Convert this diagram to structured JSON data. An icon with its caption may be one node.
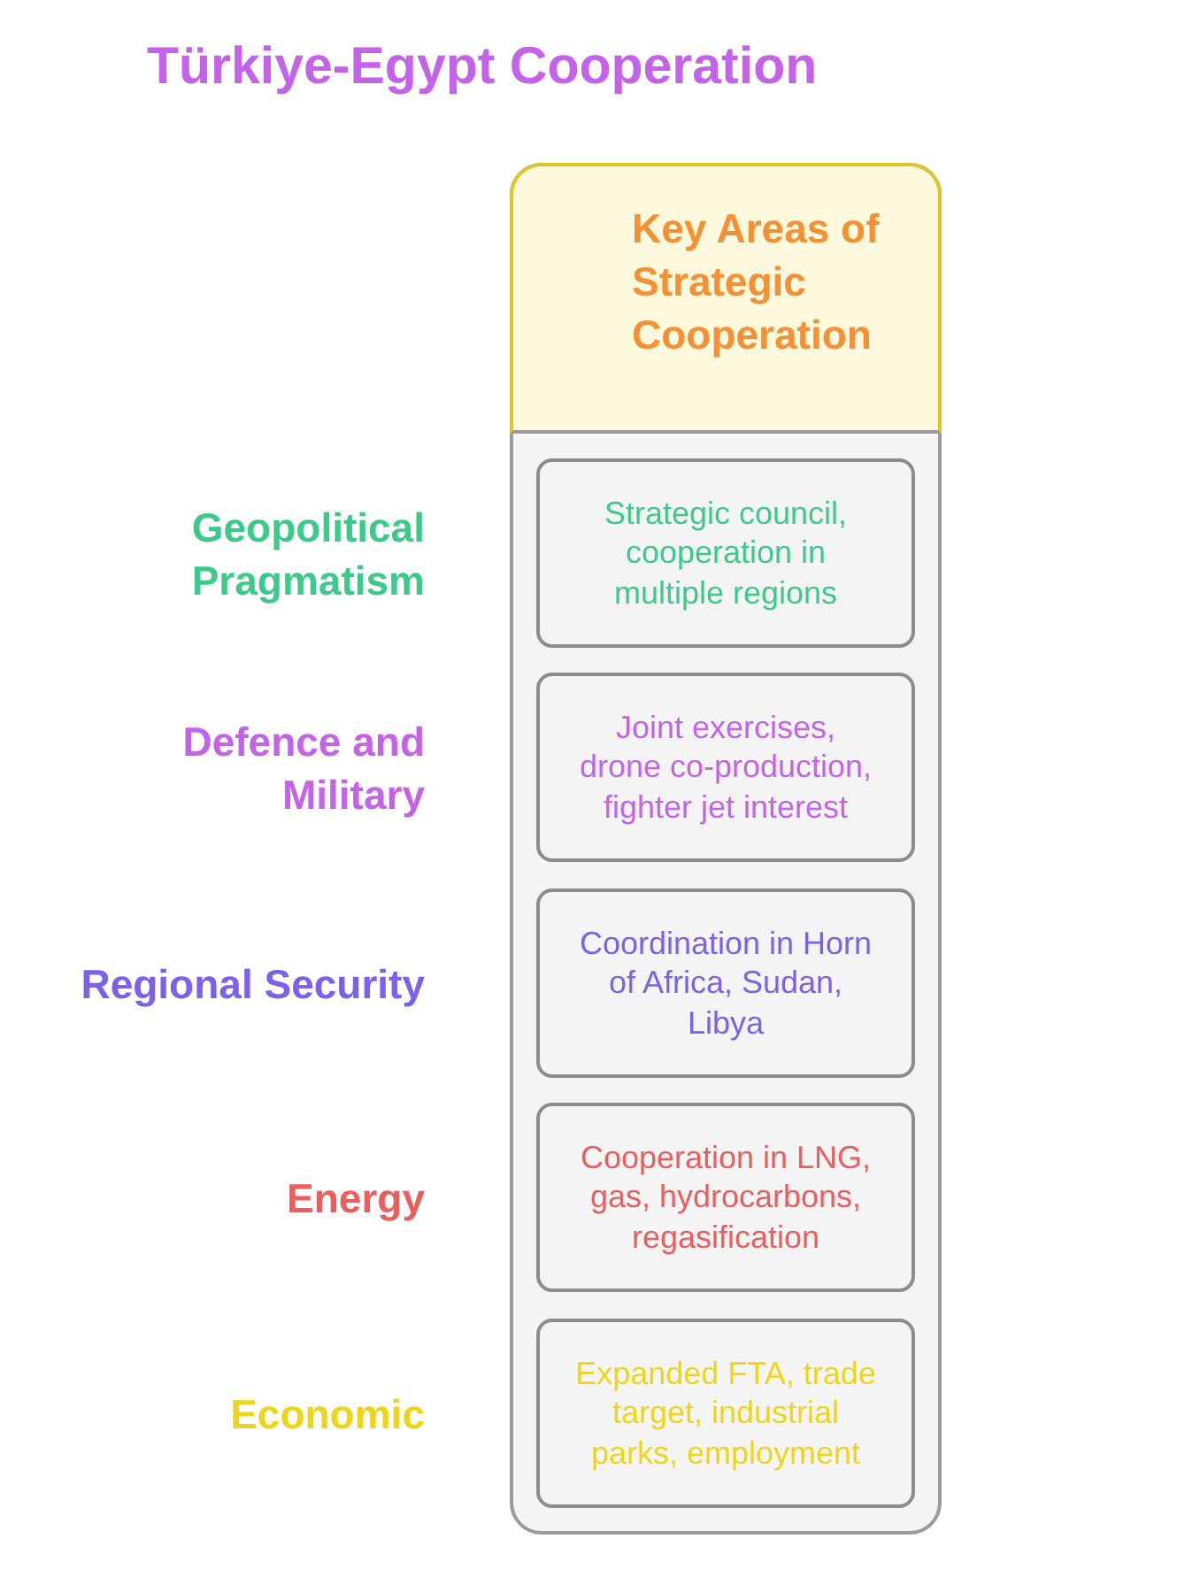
{
  "diagram": {
    "title": "Türkiye-Egypt Cooperation",
    "nodes": [
      {
        "text": [
          "Key Areas of Strategic Cooperation"
        ]
      },
      {
        "text": [
          "Strategic council, cooperation in multiple regions"
        ],
        "in": 0,
        "beside": [
          "Geopolitical Pragmatism"
        ]
      },
      {
        "text": [
          "Joint exercises, drone co-production, fighter jet interest"
        ],
        "in": 0,
        "beside": [
          "Defence and Military"
        ]
      },
      {
        "text": [
          "Coordination in Horn of Africa, Sudan, Libya"
        ],
        "in": 0,
        "beside": [
          "Regional Security"
        ]
      },
      {
        "text": [
          "Cooperation in LNG, gas, hydrocarbons, regasification"
        ],
        "in": 0,
        "beside": [
          "Energy"
        ]
      },
      {
        "text": [
          "Expanded FTA, trade target, industrial parks, employment"
        ],
        "in": 0,
        "beside": [
          "Economic"
        ]
      }
    ]
  }
}
